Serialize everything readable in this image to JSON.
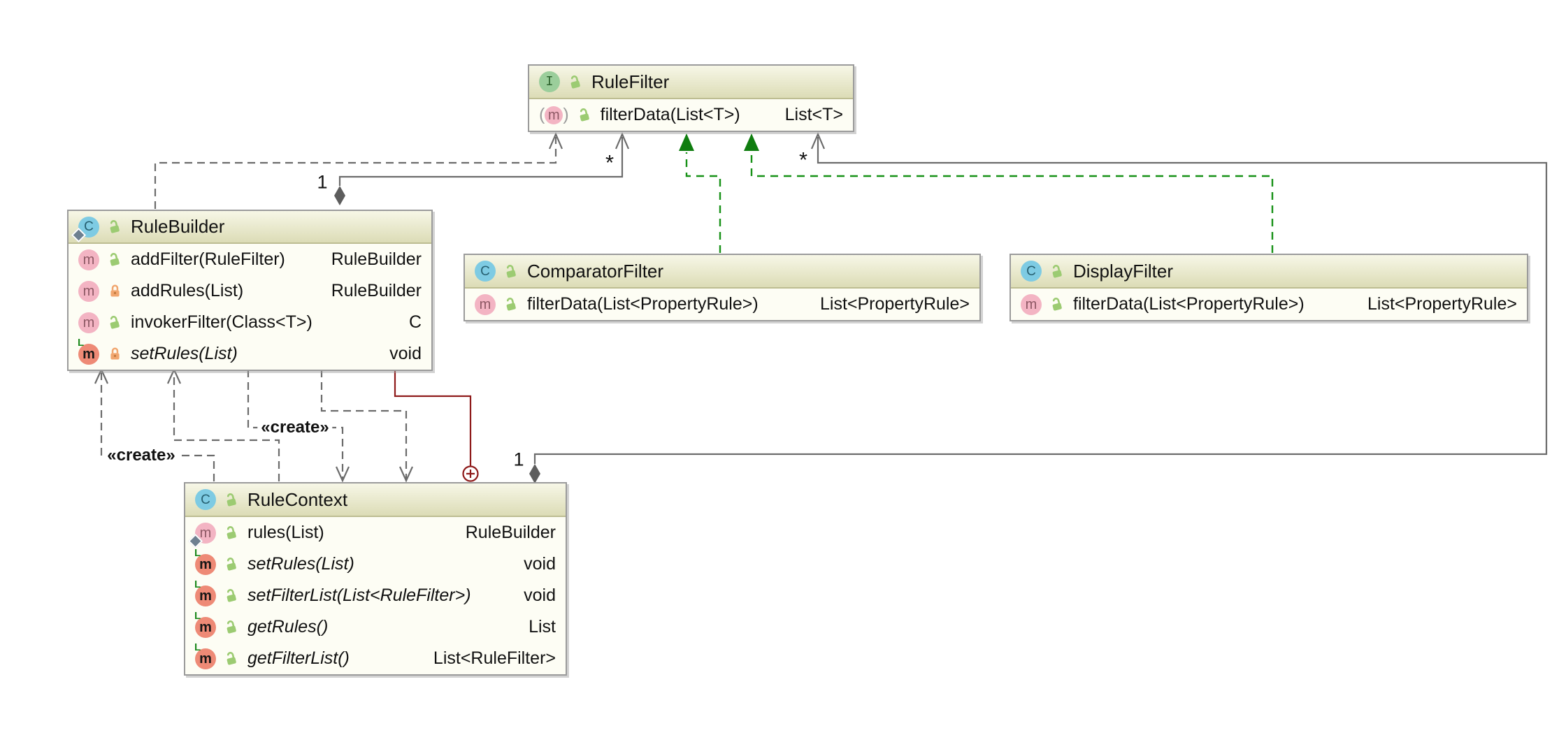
{
  "diagram": {
    "icons": {
      "class_letter": "C",
      "interface_letter": "I",
      "method_letter": "m",
      "lombok_badge": "L",
      "abstract_paren_open": "(",
      "abstract_paren_close": ")"
    },
    "labels": {
      "create_upper": "«create»",
      "create_lower": "«create»",
      "builder_agg_one": "1",
      "builder_agg_many": "*",
      "context_agg_one": "1",
      "context_agg_many": "*"
    },
    "classes": {
      "rule_filter": {
        "title": "RuleFilter",
        "members": [
          {
            "name": "filterData(List<T>)",
            "type": "List<T>"
          }
        ]
      },
      "rule_builder": {
        "title": "RuleBuilder",
        "members": [
          {
            "name": "addFilter(RuleFilter)",
            "type": "RuleBuilder"
          },
          {
            "name": "addRules(List)",
            "type": "RuleBuilder"
          },
          {
            "name": "invokerFilter(Class<T>)",
            "type": "C"
          },
          {
            "name": "setRules(List)",
            "type": "void"
          }
        ]
      },
      "comparator_filter": {
        "title": "ComparatorFilter",
        "members": [
          {
            "name": "filterData(List<PropertyRule>)",
            "type": "List<PropertyRule>"
          }
        ]
      },
      "display_filter": {
        "title": "DisplayFilter",
        "members": [
          {
            "name": "filterData(List<PropertyRule>)",
            "type": "List<PropertyRule>"
          }
        ]
      },
      "rule_context": {
        "title": "RuleContext",
        "members": [
          {
            "name": "rules(List)",
            "type": "RuleBuilder"
          },
          {
            "name": "setRules(List)",
            "type": "void"
          },
          {
            "name": "setFilterList(List<RuleFilter>)",
            "type": "void"
          },
          {
            "name": "getRules()",
            "type": "List"
          },
          {
            "name": "getFilterList()",
            "type": "List<RuleFilter>"
          }
        ]
      }
    },
    "colors": {
      "dependency_gray": "#6b6b6b",
      "realization_green": "#179117",
      "containment_red": "#8e1a1a",
      "aggregation_diamond": "#5d5d5d"
    }
  }
}
